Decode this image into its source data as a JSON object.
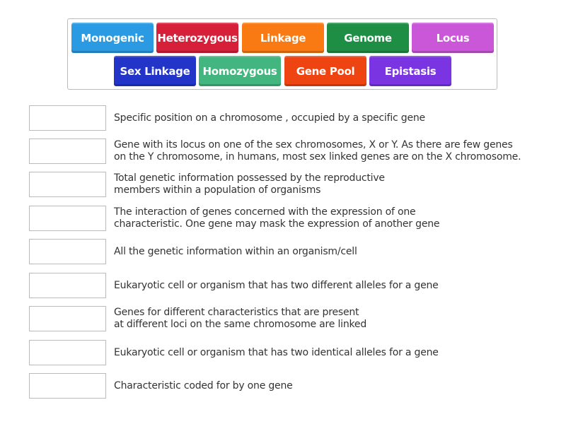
{
  "tiles": [
    {
      "label": "Monogenic",
      "color": "#2a9be3"
    },
    {
      "label": "Heterozygous",
      "color": "#d6203a"
    },
    {
      "label": "Linkage",
      "color": "#f97a12"
    },
    {
      "label": "Genome",
      "color": "#1f8e45"
    },
    {
      "label": "Locus",
      "color": "#c957d8"
    },
    {
      "label": "Sex Linkage",
      "color": "#2235c8"
    },
    {
      "label": "Homozygous",
      "color": "#43b680"
    },
    {
      "label": "Gene Pool",
      "color": "#ee4412"
    },
    {
      "label": "Epistasis",
      "color": "#7b34e2"
    }
  ],
  "definitions": [
    [
      "Specific position on a chromosome , occupied by a specific gene"
    ],
    [
      "Gene with its locus on one of the sex chromosomes, X or Y. As there are few genes",
      "on the Y chromosome, in humans, most sex linked genes are on the X chromosome."
    ],
    [
      "Total genetic information possessed by the reproductive",
      "members within a population of organisms"
    ],
    [
      "The interaction of genes concerned with the expression of one",
      "characteristic. One gene may mask the expression of another gene"
    ],
    [
      "All the genetic information within an organism/cell"
    ],
    [
      "Eukaryotic cell or organism that has two different alleles for a gene"
    ],
    [
      "Genes for different characteristics that are present",
      "at different loci on the same chromosome are linked"
    ],
    [
      "Eukaryotic cell or organism that has two identical alleles for a gene"
    ],
    [
      "Characteristic coded for by one gene"
    ]
  ]
}
